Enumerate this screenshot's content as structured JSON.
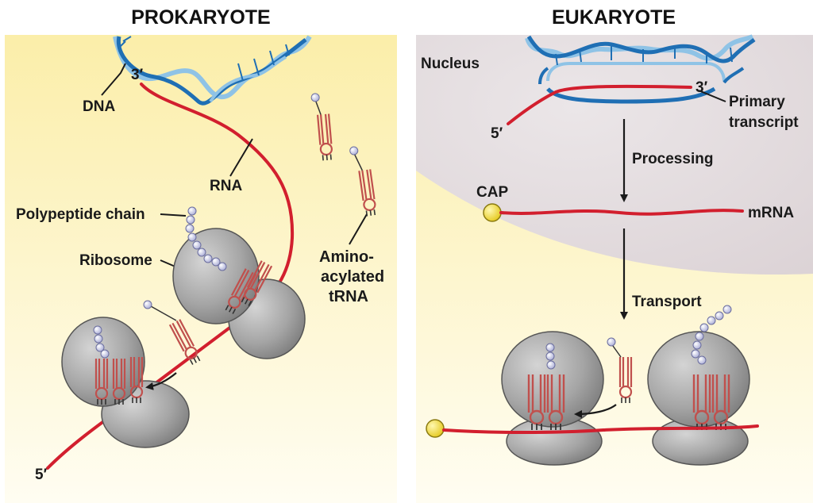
{
  "prokaryote": {
    "title": "PROKARYOTE",
    "labels": {
      "dna": "DNA",
      "three_prime": "3′",
      "rna": "RNA",
      "polypeptide": "Polypeptide chain",
      "ribosome": "Ribosome",
      "amino_line1": "Amino-",
      "amino_line2": "acylated",
      "amino_line3": "tRNA",
      "five_prime": "5′"
    }
  },
  "eukaryote": {
    "title": "EUKARYOTE",
    "labels": {
      "nucleus": "Nucleus",
      "three_prime": "3′",
      "primary_line1": "Primary",
      "primary_line2": "transcript",
      "five_prime": "5′",
      "processing": "Processing",
      "cap": "CAP",
      "mrna": "mRNA",
      "transport": "Transport"
    }
  },
  "colors": {
    "rna": "#d21f2e",
    "dna_dark": "#1f6fb4",
    "dna_light": "#8fc3e6",
    "trna": "#c0504d",
    "ribosome": "#a9a9a9",
    "nucleus": "#e4dde0",
    "cap": "#f3e04a",
    "bead": "#c7c9ea"
  }
}
